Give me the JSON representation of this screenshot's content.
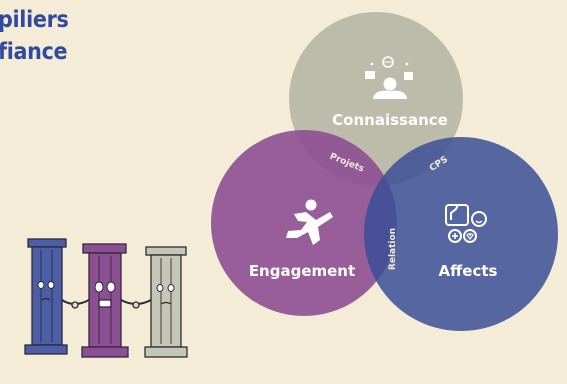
{
  "header": {
    "title_line1": "piliers",
    "title_line2": "fiance"
  },
  "venn": {
    "circles": [
      {
        "id": "connaissance",
        "label": "Connaissance",
        "color": "#b8b7a6",
        "icon": "learning-globe-icon"
      },
      {
        "id": "engagement",
        "label": "Engagement",
        "color": "#8d4f93",
        "icon": "jumping-person-icon"
      },
      {
        "id": "affects",
        "label": "Affects",
        "color": "#3b4f97",
        "icon": "emotions-icon"
      }
    ],
    "overlaps": {
      "connaissance_engagement": "Projets",
      "connaissance_affects": "CPS",
      "engagement_affects": "Relation"
    }
  },
  "illustration": {
    "icon": "three-pillars-holding-hands-icon",
    "pillar_colors": [
      "#4c5fa6",
      "#8d4f93",
      "#b8b7a6"
    ]
  }
}
